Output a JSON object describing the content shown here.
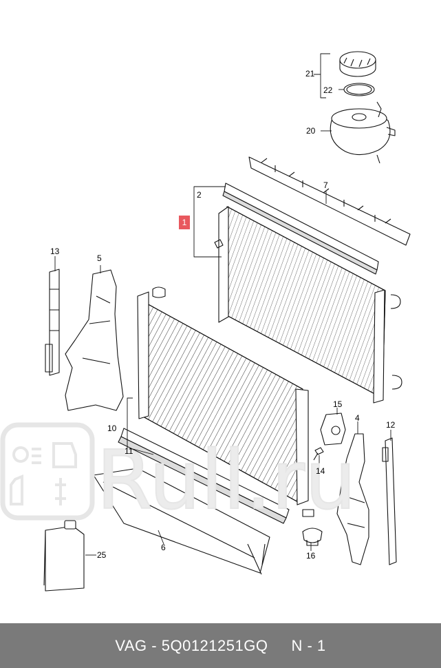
{
  "callouts": {
    "c1": "1",
    "c2": "2",
    "c4": "4",
    "c5": "5",
    "c6": "6",
    "c7": "7",
    "c10": "10",
    "c11": "11",
    "c12": "12",
    "c13": "13",
    "c14": "14",
    "c15": "15",
    "c16": "16",
    "c20": "20",
    "c21": "21",
    "c22": "22",
    "c25": "25"
  },
  "highlight_color": "#e8585e",
  "watermark": {
    "text": "Rull.ru",
    "color": "#e6e6e6"
  },
  "footer": {
    "brand": "VAG",
    "dash": "-",
    "part_number": "5Q0121251GQ",
    "sheet": "N - 1",
    "background": "#7a7a7a"
  }
}
